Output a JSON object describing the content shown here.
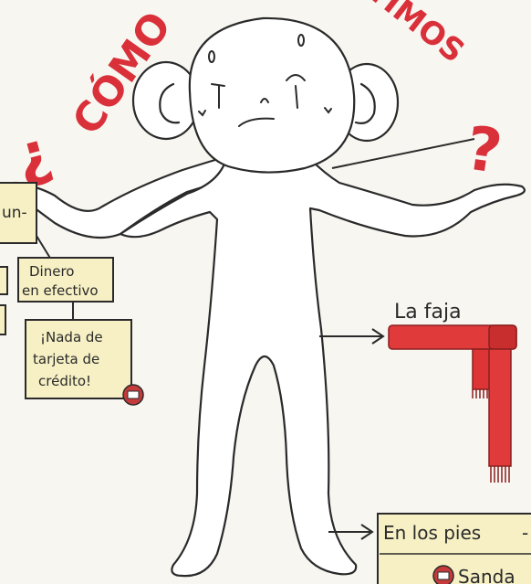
{
  "title": {
    "left_mark": "¿",
    "word_visible_1": "CÓMO",
    "word_visible_2": "TIMOS",
    "right_mark": "?"
  },
  "notes": {
    "top_left_fragment": "un-",
    "cash_note": "Dinero en efectivo",
    "cash_line_1": "Dinero",
    "cash_line_2": "en efectivo",
    "credit_note": "¡Nada de tarjeta de crédito!",
    "credit_line_1": "¡Nada de",
    "credit_line_2": "tarjeta de",
    "credit_line_3": "crédito!"
  },
  "labels": {
    "sash": "La faja",
    "feet": "En los pies",
    "feet_suffix": "-",
    "sandal_fragment": "Sanda"
  },
  "colors": {
    "red": "#d9303a",
    "note_yellow": "#f6f0c4",
    "ink": "#2a2a2a",
    "paper": "#f8f6f1"
  },
  "icons": {
    "credit_card": "no-card-icon",
    "sandal": "sandal-icon"
  }
}
